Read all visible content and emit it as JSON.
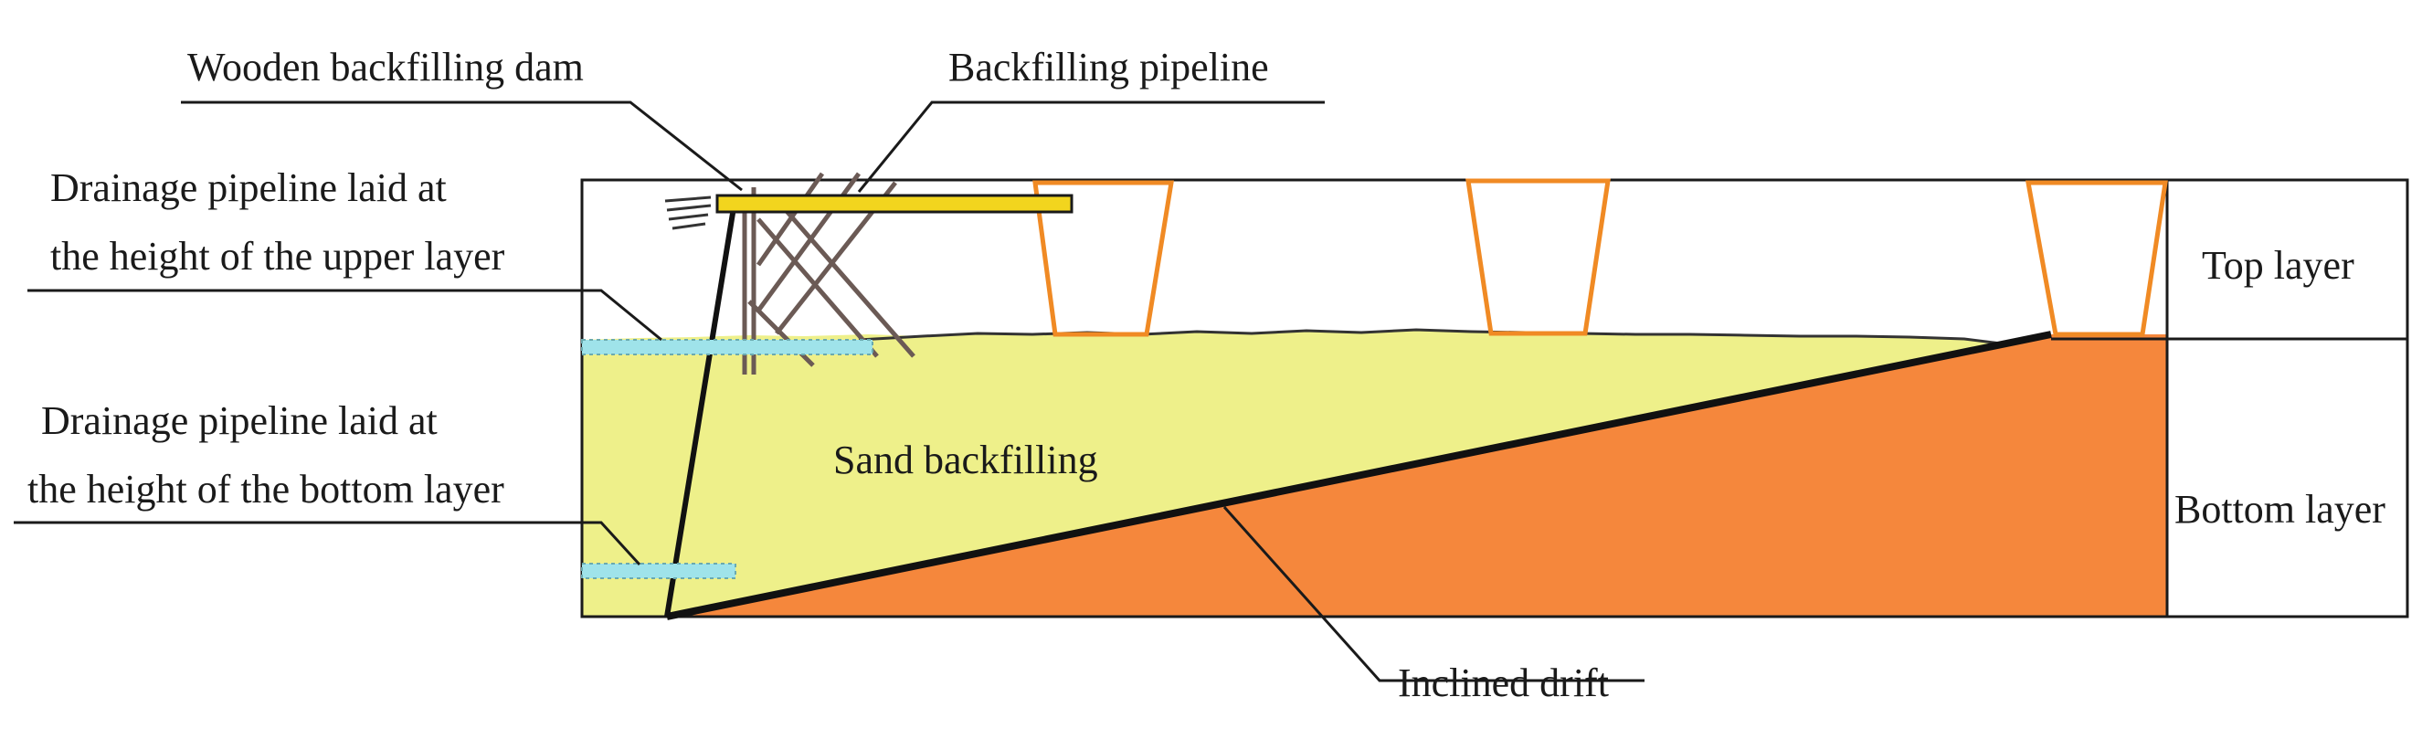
{
  "labels": {
    "wooden_dam": "Wooden backfilling dam",
    "backfilling_pipeline": "Backfilling pipeline",
    "drain_upper_line1": "Drainage pipeline laid at",
    "drain_upper_line2": "the height of the upper layer",
    "drain_bottom_line1": "Drainage pipeline laid at",
    "drain_bottom_line2": "the height of the bottom layer",
    "sand_backfilling": "Sand backfilling",
    "inclined_drift": "Inclined drift",
    "top_layer": "Top layer",
    "bottom_layer": "Bottom layer"
  },
  "colors": {
    "sand": "#eef08a",
    "ore": "#f5873c",
    "funnel": "#f08a24",
    "pipeline": "#f2d51e",
    "drain": "#9fe3ea",
    "outline": "#1a1a1a"
  }
}
